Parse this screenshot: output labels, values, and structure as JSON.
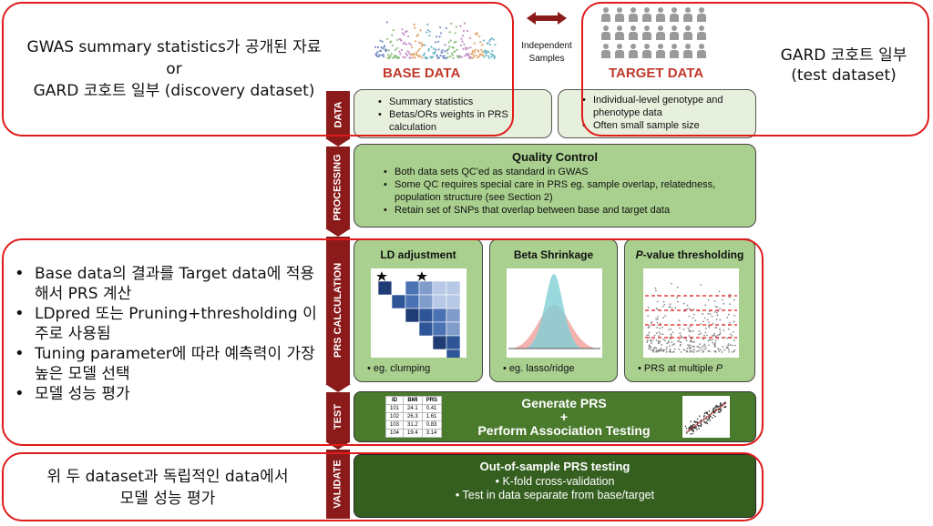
{
  "left_notes": {
    "top_line1": "GWAS summary statistics가 공개된 자료",
    "top_line2": "or",
    "top_line3": "GARD 코호트 일부 (discovery dataset)",
    "right_line1": "GARD 코호트 일부",
    "right_line2": "(test dataset)",
    "middle_items": [
      "Base data의 결과를 Target data에 적용해서 PRS 계산",
      "LDpred 또는 Pruning+thresholding 이 주로 사용됨",
      "Tuning parameter에 따라 예측력이 가장 높은 모델 선택",
      "모델 성능 평가"
    ],
    "bottom_line1": "위 두 dataset과 독립적인 data에서",
    "bottom_line2": "모델 성능 평가"
  },
  "header": {
    "base_title": "BASE DATA",
    "target_title": "TARGET DATA",
    "independent_line1": "Independent",
    "independent_line2": "Samples"
  },
  "stages": {
    "data": "DATA",
    "processing": "PROCESSING",
    "prs_calculation": "PRS CALCULATION",
    "test": "TEST",
    "validate": "VALIDATE"
  },
  "base_box": {
    "items": [
      "Summary statistics",
      "Betas/ORs weights in PRS calculation"
    ]
  },
  "target_box": {
    "items": [
      "Individual-level genotype and phenotype data",
      "Often small sample size"
    ]
  },
  "qc_box": {
    "title": "Quality Control",
    "items": [
      "Both data sets QC'ed as standard in GWAS",
      "Some QC requires special care in PRS eg. sample overlap, relatedness, population structure (see Section 2)",
      "Retain set of SNPs that overlap between base and target data"
    ]
  },
  "prs_methods": [
    {
      "title": "LD adjustment",
      "note": "eg. clumping"
    },
    {
      "title": "Beta Shrinkage",
      "note": "eg. lasso/ridge"
    },
    {
      "title_italic": "P",
      "title_rest": "-value thresholding",
      "note_prefix": "PRS at multiple ",
      "note_italic": "P"
    }
  ],
  "test_box": {
    "line1": "Generate PRS",
    "line2": "+",
    "line3": "Perform Association Testing",
    "table": {
      "headers": [
        "ID",
        "BMI",
        "PRS"
      ],
      "rows": [
        [
          "101",
          "24.1",
          "0.41"
        ],
        [
          "102",
          "26.3",
          "1.61"
        ],
        [
          "103",
          "31.2",
          "0.83"
        ],
        [
          "104",
          "19.4",
          "3.14"
        ]
      ]
    }
  },
  "validate_box": {
    "title": "Out-of-sample PRS testing",
    "items": [
      "K-fold cross-validation",
      "Test in data separate from base/target"
    ]
  },
  "colors": {
    "red_outline": "#e01b1b",
    "stage_bar": "#8b1a1a",
    "light_green": "#e7f0dd",
    "mid_green": "#a9d08e",
    "dark_green": "#4a7a2c",
    "darker_green": "#355f1f",
    "base_title": "#c0392b",
    "target_title": "#c0392b"
  }
}
